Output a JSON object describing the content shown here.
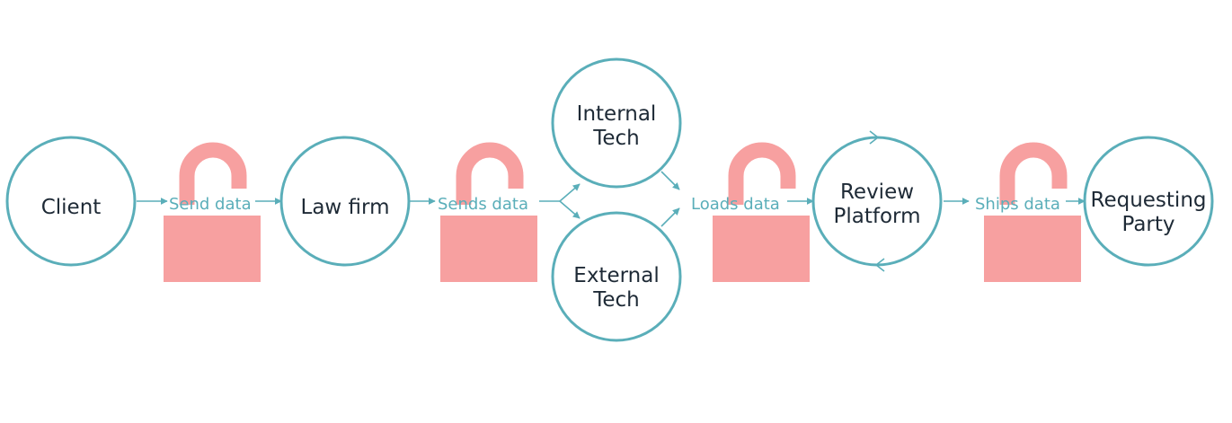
{
  "nodes": {
    "client": "Client",
    "law_firm": "Law firm",
    "internal_tech": [
      "Internal",
      "Tech"
    ],
    "external_tech": [
      "External",
      "Tech"
    ],
    "review_platform": [
      "Review",
      "Platform"
    ],
    "requesting_party": [
      "Requesting",
      "Party"
    ]
  },
  "flows": {
    "send_data": "Send data",
    "sends_data": "Sends data",
    "loads_data": "Loads data",
    "ships_data": "Ships data"
  },
  "colors": {
    "node_stroke": "#5aaeb9",
    "flow_text": "#5aaeb9",
    "lock": "#f7a0a0",
    "node_text": "#1e2a36"
  },
  "icons": [
    "open-padlock-icon",
    "cycle-arrow-icon"
  ]
}
